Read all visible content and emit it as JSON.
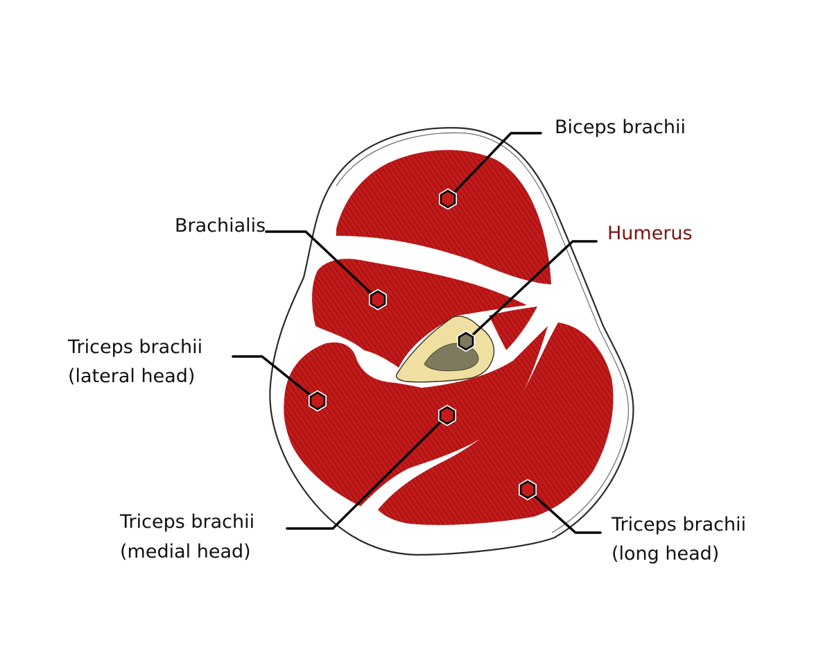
{
  "diagram": {
    "labels": {
      "biceps_brachii": "Biceps brachii",
      "brachialis": "Brachialis",
      "humerus": "Humerus",
      "triceps_lateral_line1": "Triceps brachii",
      "triceps_lateral_line2": "(lateral head)",
      "triceps_medial_line1": "Triceps brachii",
      "triceps_medial_line2": "(medial head)",
      "triceps_long_line1": "Triceps brachii",
      "triceps_long_line2": "(long head)"
    },
    "colors": {
      "muscle": "#c41a1a",
      "muscle_hatch": "#6e0a0a",
      "bone": "#efe0a1",
      "marrow": "#7d7a5e",
      "humerus_label": "#7a1212",
      "label_text": "#111111"
    }
  }
}
